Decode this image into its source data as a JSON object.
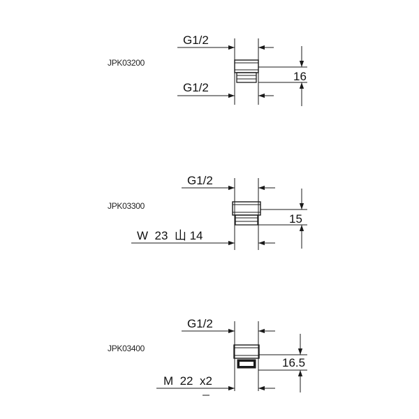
{
  "adapters": [
    {
      "code": "JPK03200",
      "top_thread": "G1/2",
      "bottom_thread": "G1/2",
      "height": "16"
    },
    {
      "code": "JPK03300",
      "top_thread": "G1/2",
      "bottom_thread": "W  23  山 14",
      "height": "15"
    },
    {
      "code": "JPK03400",
      "top_thread": "G1/2",
      "bottom_thread": "M  22  x2",
      "height": "16.5"
    }
  ],
  "colors": {
    "line": "#1a1a1a",
    "background": "#ffffff"
  }
}
